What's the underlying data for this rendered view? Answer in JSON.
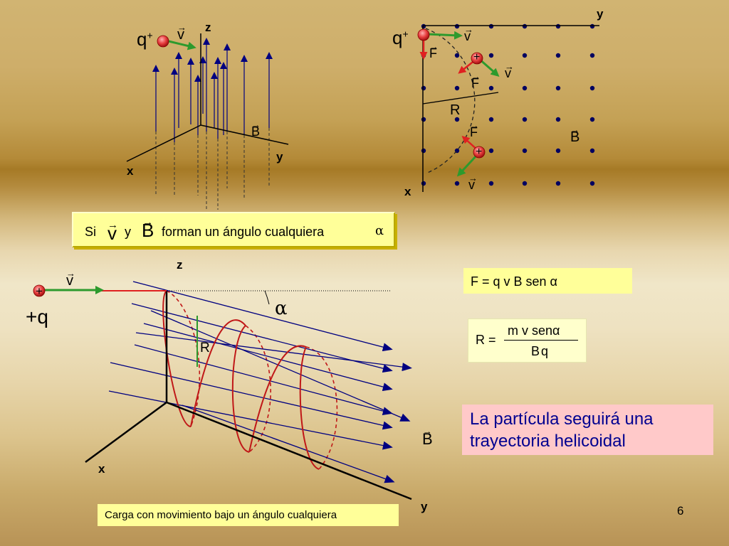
{
  "top_left": {
    "charge_label": "q",
    "charge_sup": "+",
    "v_label": "v",
    "axis_z": "z",
    "axis_y": "y",
    "axis_x": "x",
    "b_label": "B"
  },
  "top_right": {
    "charge_label": "q",
    "charge_sup": "+",
    "axis_y": "y",
    "axis_x": "x",
    "v_label": "v",
    "f_label": "F",
    "r_label": "R",
    "b_label": "B",
    "plus": "+"
  },
  "condition": {
    "si": "Si",
    "v": "v",
    "y": "y",
    "b": "B",
    "rest": "forman un ángulo cualquiera",
    "alpha": "α"
  },
  "bottom": {
    "axis_z": "z",
    "axis_x": "x",
    "axis_y": "y",
    "v_label": "v",
    "plus": "+",
    "charge_label": "+q",
    "alpha": "α",
    "r_label": "R",
    "b_label": "B"
  },
  "formulas": {
    "force": "F = q v B sen α",
    "r_left": "R =",
    "r_numerator": "m v senα",
    "r_denominator": "Bq"
  },
  "helix_text": {
    "line1": "La partícula seguirá una",
    "line2": "trayectoria helicoidal"
  },
  "caption": "Carga con movimiento bajo un ángulo cualquiera",
  "page_number": "6",
  "colors": {
    "field_lines": "#000080",
    "velocity": "#2d9a2d",
    "force": "#e02020",
    "helix": "#c01818",
    "charge": "#e84040"
  }
}
